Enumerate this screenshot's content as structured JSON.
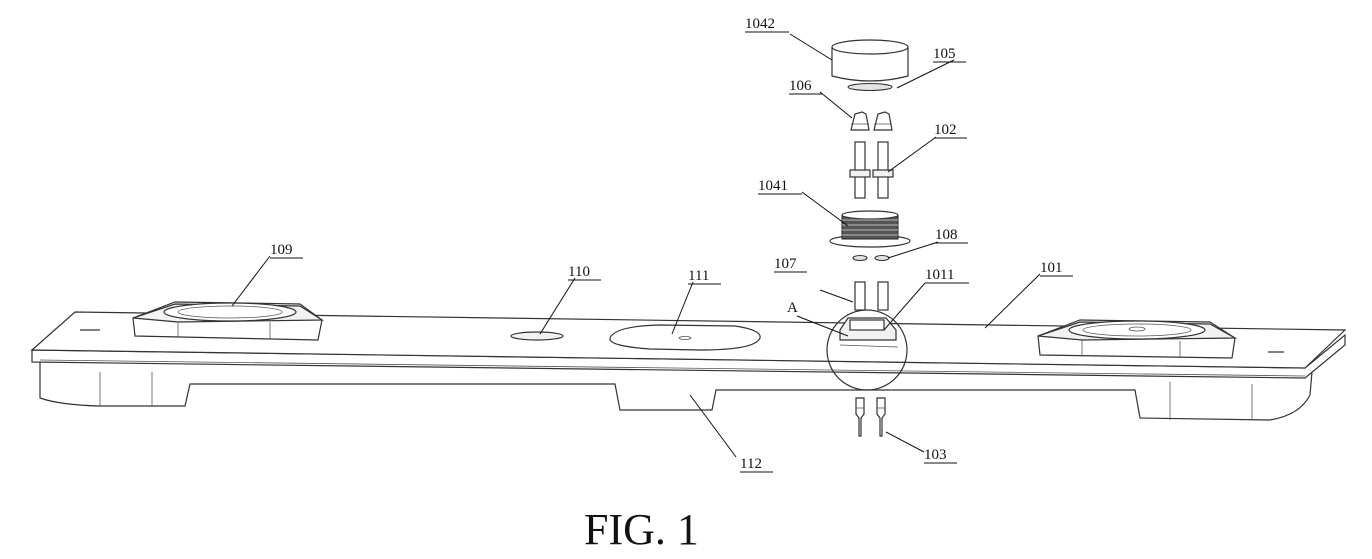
{
  "figure": {
    "caption": "FIG. 1"
  },
  "labels": {
    "l1042": "1042",
    "l105": "105",
    "l106": "106",
    "l102": "102",
    "l1041": "1041",
    "l108": "108",
    "l107": "107",
    "l1011": "1011",
    "l101": "101",
    "lA": "A",
    "l109": "109",
    "l110": "110",
    "l111": "111",
    "l112": "112",
    "l103": "103"
  }
}
